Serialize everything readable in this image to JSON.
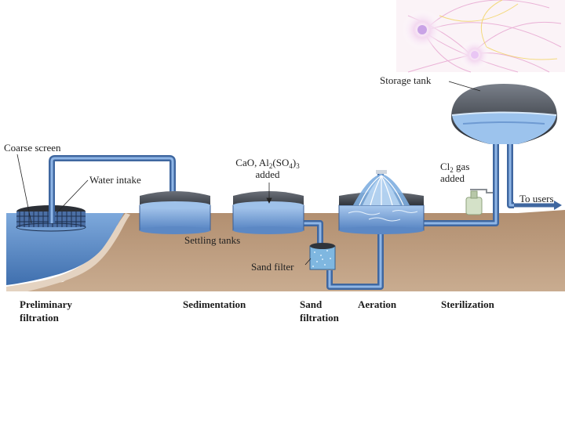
{
  "labels": {
    "coarse_screen": "Coarse screen",
    "water_intake": "Water intake",
    "settling_tanks": "Settling tanks",
    "chemicals": {
      "line1_a": "CaO, Al",
      "line1_sub1": "2",
      "line1_b": "(SO",
      "line1_sub2": "4",
      "line1_c": ")",
      "line1_sub3": "3",
      "line2": "added"
    },
    "sand_filter": "Sand filter",
    "storage_tank": "Storage tank",
    "chlorine": {
      "line1_a": "Cl",
      "line1_sub": "2",
      "line1_b": " gas",
      "line2": "added"
    },
    "to_users": "To users"
  },
  "stages": [
    {
      "line1": "Preliminary",
      "line2": "filtration"
    },
    {
      "line1": "Sedimentation",
      "line2": ""
    },
    {
      "line1": "Sand",
      "line2": "filtration"
    },
    {
      "line1": "Aeration",
      "line2": ""
    },
    {
      "line1": "Sterilization",
      "line2": ""
    }
  ],
  "colors": {
    "ground": "#b59273",
    "water": "#5f8fc8",
    "pipe": "#5c88bf",
    "tank_dark": "#3a3f47"
  }
}
